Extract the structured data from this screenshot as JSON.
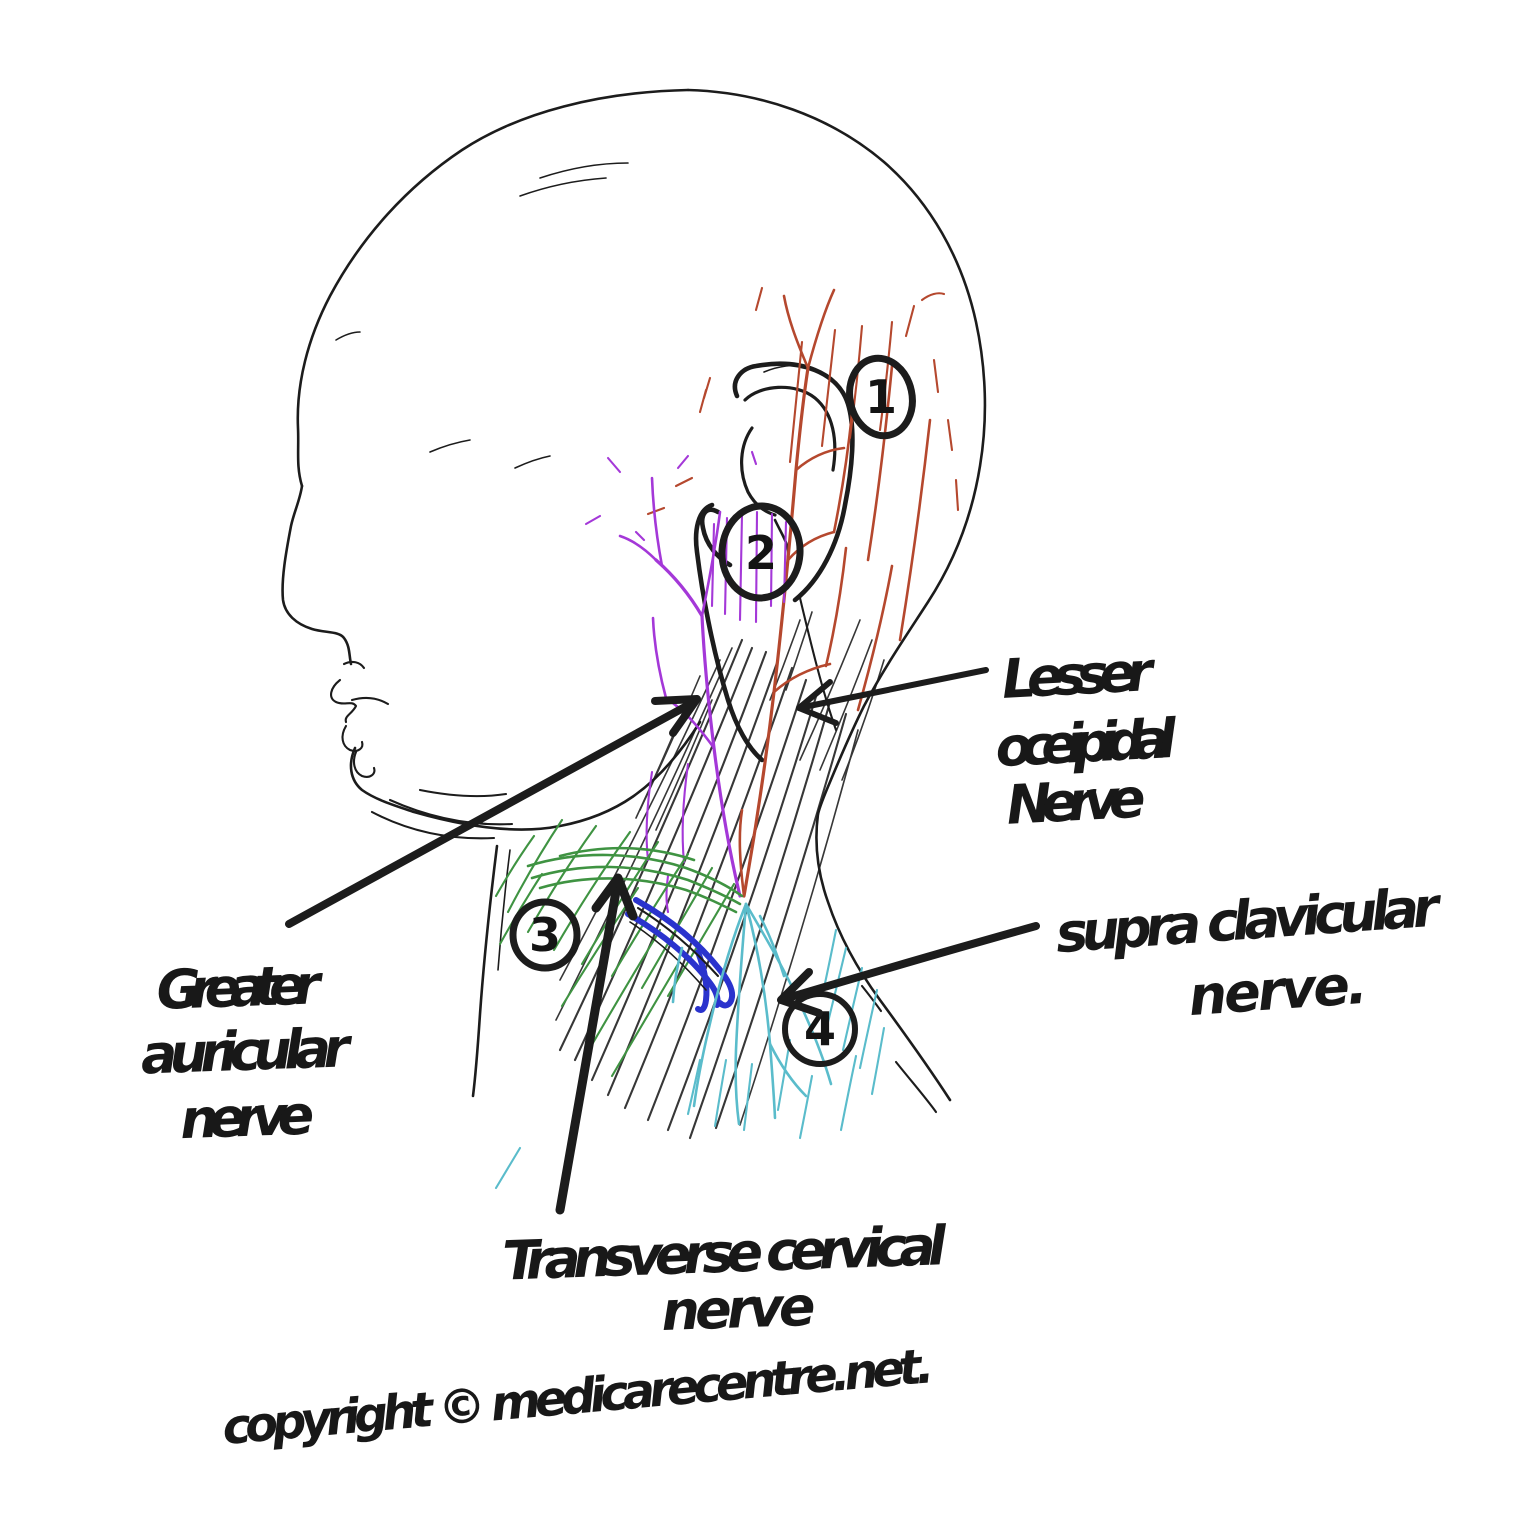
{
  "canvas": {
    "background": "#ffffff"
  },
  "colors": {
    "ink": "#1c1c1c",
    "lesser_occipital": "#b5482e",
    "greater_auricular": "#a438d8",
    "transverse_region": "#3f9342",
    "transverse_nerve": "#2a33cd",
    "supraclavicular": "#5abccb",
    "stray_dot": "#4a43c8"
  },
  "labels": {
    "lesser_occipital": {
      "line1": "Lesser",
      "line2": "oceipidal",
      "line3": "Nerve"
    },
    "greater_auricular": {
      "line1": "Greater",
      "line2": "auricular",
      "line3": "nerve"
    },
    "transverse_cervical": {
      "line1": "Transverse cervical",
      "line2": "nerve"
    },
    "supraclavicular": {
      "line1": "supra clavicular",
      "line2": "nerve."
    }
  },
  "markers": {
    "lesser_occipital": "1",
    "greater_auricular": "2",
    "transverse_cervical": "3",
    "supraclavicular": "4"
  },
  "footer": {
    "copyright": "copyright © medicarecentre.net."
  }
}
